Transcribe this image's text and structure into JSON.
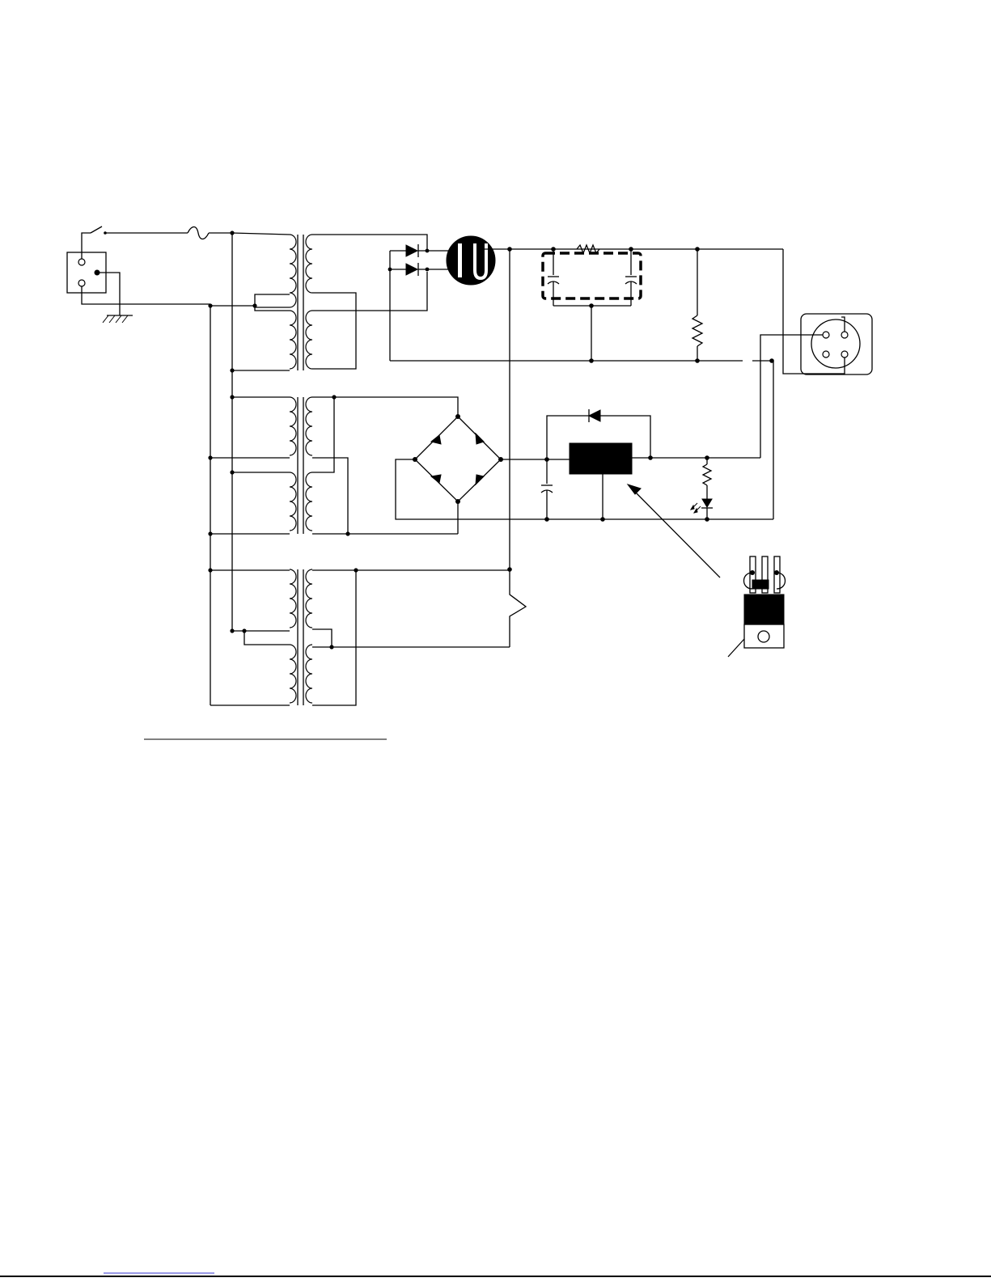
{
  "diagram": {
    "type": "power-supply-schematic",
    "components": [
      "mains-inlet",
      "power-switch",
      "fuse",
      "ground-symbol",
      "transformer-1",
      "transformer-2",
      "transformer-3",
      "rectifier-diodes",
      "rectifier-tube",
      "rc-filter",
      "bleeder-resistor",
      "bridge-rectifier",
      "voltage-regulator",
      "led-indicator",
      "output-connector",
      "regulator-package-detail"
    ]
  },
  "colors": {
    "line": "#000000",
    "background": "#ffffff"
  }
}
